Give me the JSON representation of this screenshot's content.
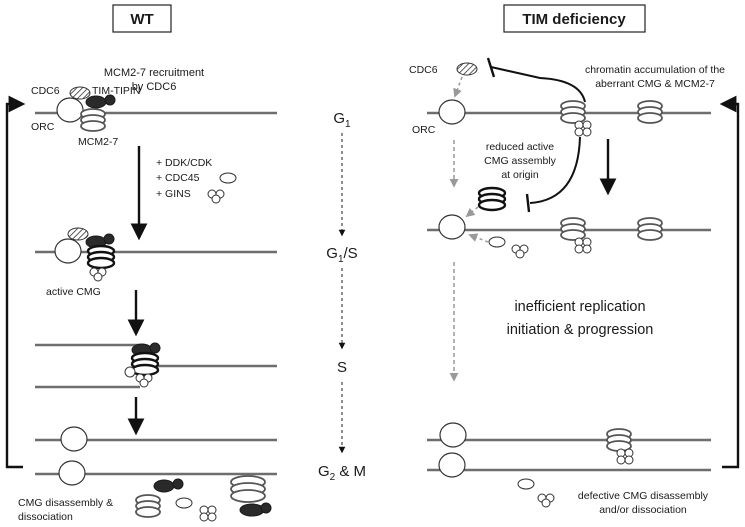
{
  "panels": {
    "wt": {
      "title": "WT"
    },
    "tim": {
      "title": "TIM deficiency"
    }
  },
  "phases": {
    "g1": {
      "main": "G",
      "sub": "1",
      "rest": ""
    },
    "g1s": {
      "main": "G",
      "sub": "1",
      "rest": "/S"
    },
    "s": {
      "main": "S"
    },
    "g2m": {
      "main": "G",
      "sub": "2",
      "rest": " & M"
    }
  },
  "wt_labels": {
    "recruit_line1": "MCM2-7 recruitment",
    "recruit_line2": "by CDC6",
    "cdc6": "CDC6",
    "tim_tipin": "TIM-TIPIN",
    "orc": "ORC",
    "mcm": "MCM2-7",
    "factor_ddk": "+ DDK/CDK",
    "factor_cdc45": "+ CDC45",
    "factor_gins": "+ GINS",
    "active_cmg": "active CMG",
    "disassembly_line1": "CMG disassembly &",
    "disassembly_line2": "dissociation"
  },
  "tim_labels": {
    "cdc6": "CDC6",
    "orc": "ORC",
    "accum_line1": "chromatin accumulation of the",
    "accum_line2": "aberrant CMG & MCM2-7",
    "reduced_line1": "reduced active",
    "reduced_line2": "CMG assembly",
    "reduced_line3": "at origin",
    "inefficient_line1": "inefficient replication",
    "inefficient_line2": "initiation & progression",
    "defective_line1": "defective CMG disassembly",
    "defective_line2": "and/or dissociation"
  },
  "icons": {
    "mcm_ring": "mcm-double-hexamer-icon",
    "orc_shape": "orc-oval-icon",
    "cdc6_shape": "cdc6-hatched-oval-icon",
    "tim_shape": "tim-tipin-dark-icon",
    "gins_shape": "gins-cluster-icon",
    "inhibition": "inhibition-bar-icon"
  },
  "colors": {
    "dna": "#6e6e6e",
    "arrow_solid": "#111111",
    "arrow_dashed": "#999999",
    "dark_protein": "#2a2a2a"
  }
}
